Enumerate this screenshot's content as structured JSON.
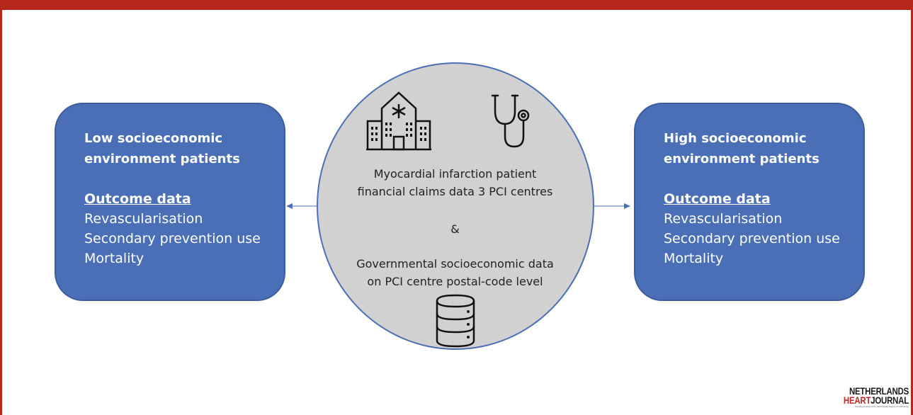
{
  "left_box": {
    "title": "Low socioeconomic\nenvironment patients",
    "heading": "Outcome data",
    "items": [
      "Revascularisation",
      "Secondary prevention use",
      "Mortality"
    ]
  },
  "right_box": {
    "title": "High socioeconomic\nenvironment patients",
    "heading": "Outcome data",
    "items": [
      "Revascularisation",
      "Secondary prevention use",
      "Mortality"
    ]
  },
  "center": {
    "line1": "Myocardial infarction patient",
    "line2": "financial claims data 3 PCI centres",
    "connector": "&",
    "line3": "Governmental socioeconomic data",
    "line4": "on PCI centre postal-code level",
    "icons": [
      "hospital-icon",
      "stethoscope-icon",
      "database-icon"
    ]
  },
  "logo": {
    "line1": "NETHERLANDS",
    "line2a": "HEART",
    "line2b": "JOURNAL",
    "tagline": "Monthly Journal of the Netherlands Society of Cardiology"
  },
  "colors": {
    "frame": "#b5271b",
    "box_fill": "#4a6fb6",
    "circle_fill": "#d2d1d1",
    "arrow": "#4a6fb6"
  }
}
